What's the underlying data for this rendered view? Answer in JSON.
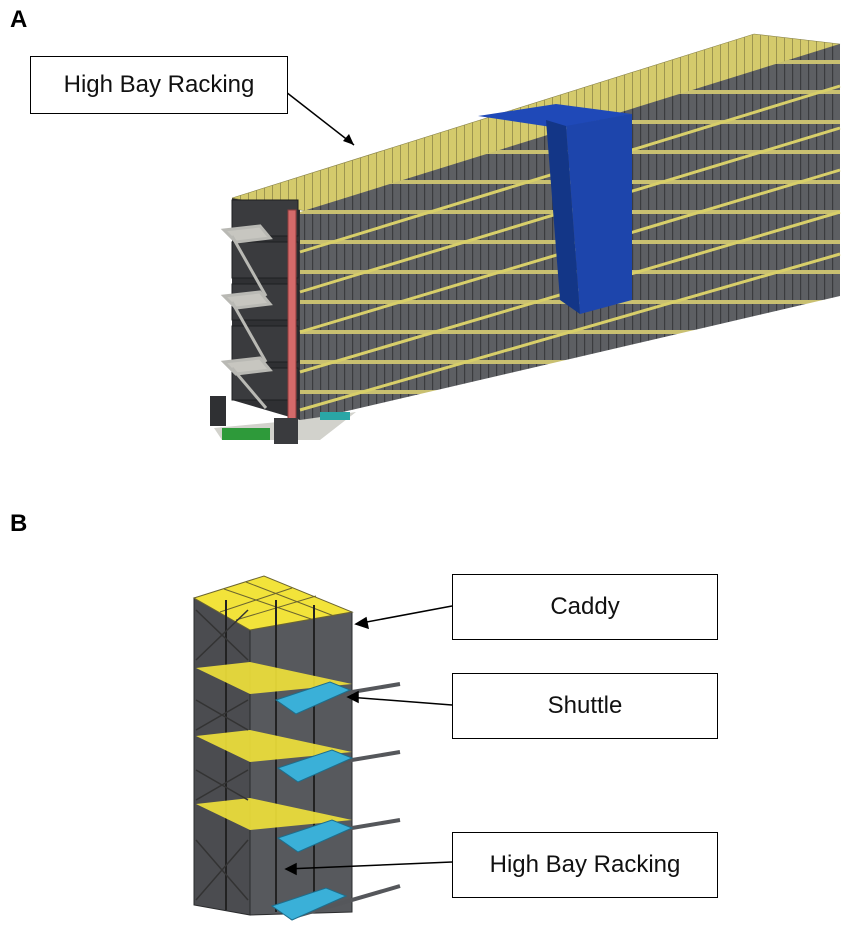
{
  "figure": {
    "panels": [
      {
        "letter": "A",
        "callouts": [
          {
            "label": "High Bay Racking"
          }
        ]
      },
      {
        "letter": "B",
        "callouts": [
          {
            "label": "Caddy"
          },
          {
            "label": "Shuttle"
          },
          {
            "label": "High Bay Racking"
          }
        ]
      }
    ],
    "colors": {
      "rack_face": "#5a5c60",
      "rack_dark": "#2f3033",
      "caddy_top": "#d8cf6a",
      "caddy_top_bright": "#f2e33a",
      "crossover_blue": "#1f49b8",
      "lift_red": "#d46a6a",
      "platform_green": "#2e9a3a",
      "shuttle_blue": "#3ab0d8"
    }
  }
}
